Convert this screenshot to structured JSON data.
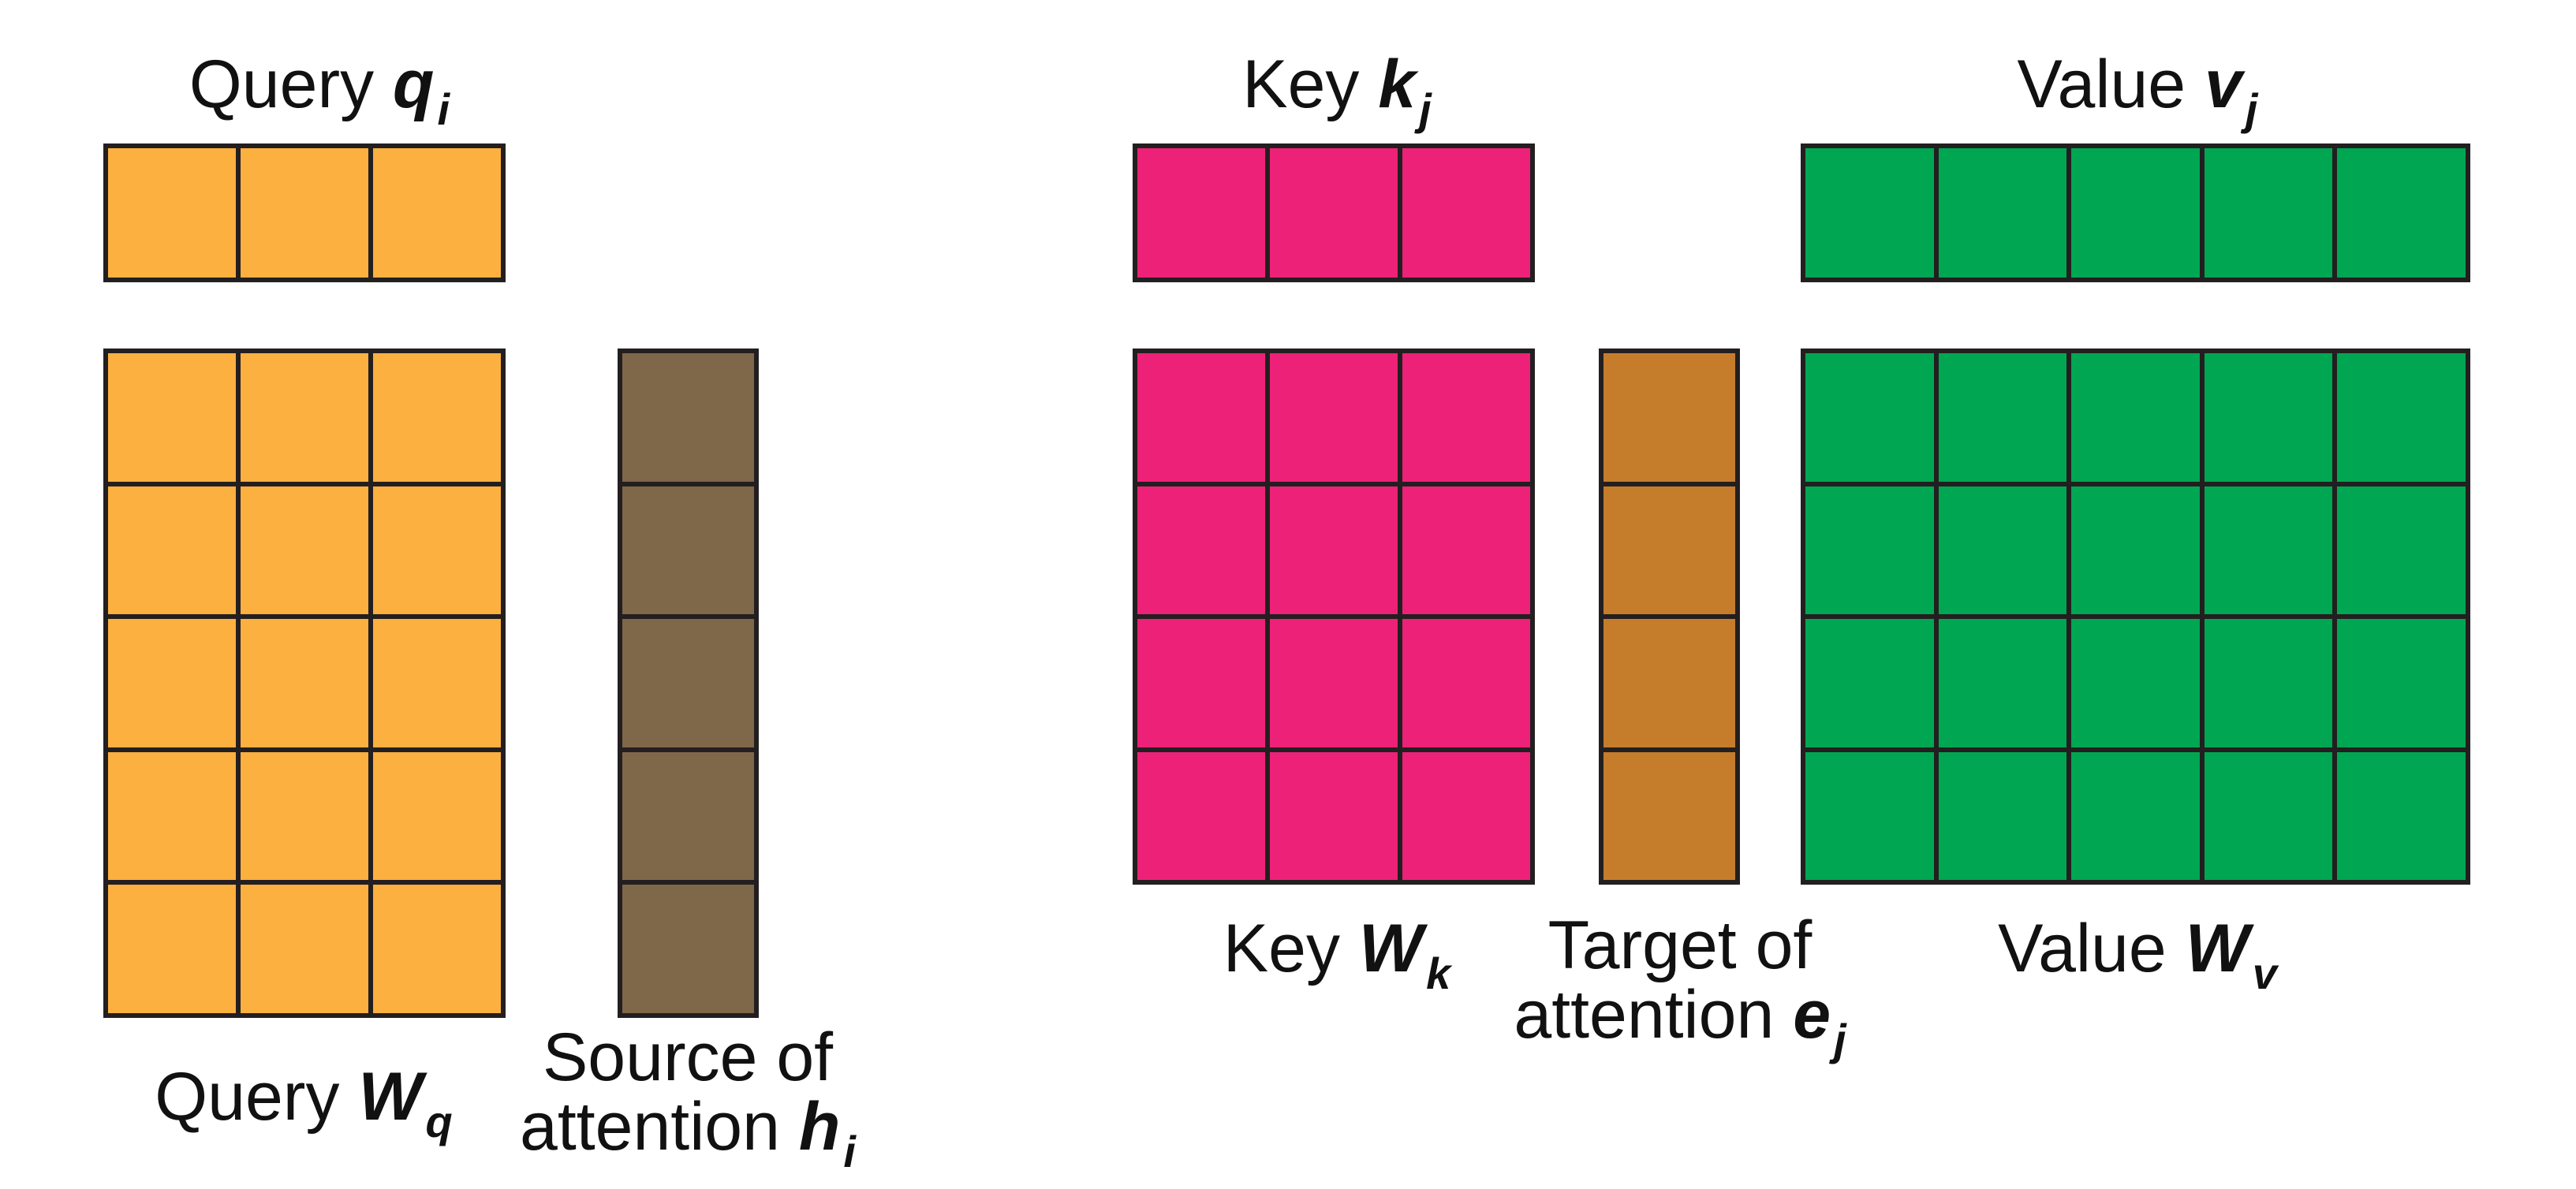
{
  "colors": {
    "query": "#fbb040",
    "source": "#7f674a",
    "key": "#ee2178",
    "target": "#c57d2c",
    "value": "#00a651",
    "grid": "#231f20"
  },
  "matrices": [
    {
      "id": "query-vector",
      "rows": 1,
      "cols": 3,
      "color_key": "query"
    },
    {
      "id": "query-weight-matrix",
      "rows": 5,
      "cols": 3,
      "color_key": "query"
    },
    {
      "id": "source-vector",
      "rows": 5,
      "cols": 1,
      "color_key": "source"
    },
    {
      "id": "key-vector",
      "rows": 1,
      "cols": 3,
      "color_key": "key"
    },
    {
      "id": "key-weight-matrix",
      "rows": 4,
      "cols": 3,
      "color_key": "key"
    },
    {
      "id": "target-vector",
      "rows": 4,
      "cols": 1,
      "color_key": "target"
    },
    {
      "id": "value-vector",
      "rows": 1,
      "cols": 5,
      "color_key": "value"
    },
    {
      "id": "value-weight-matrix",
      "rows": 4,
      "cols": 5,
      "color_key": "value"
    }
  ],
  "labels": {
    "query_vec": {
      "word": "Query",
      "sym": "q",
      "sub": "i"
    },
    "key_vec": {
      "word": "Key",
      "sym": "k",
      "sub": "j"
    },
    "value_vec": {
      "word": "Value",
      "sym": "v",
      "sub": "j"
    },
    "query_w": {
      "word": "Query",
      "sym": "W",
      "sub": "q"
    },
    "source": {
      "line1": "Source of",
      "line2_word": "attention",
      "sym": "h",
      "sub": "i"
    },
    "key_w": {
      "word": "Key",
      "sym": "W",
      "sub": "k"
    },
    "target": {
      "line1": "Target of",
      "line2_word": "attention",
      "sym": "e",
      "sub": "j"
    },
    "value_w": {
      "word": "Value",
      "sym": "W",
      "sub": "v"
    }
  }
}
